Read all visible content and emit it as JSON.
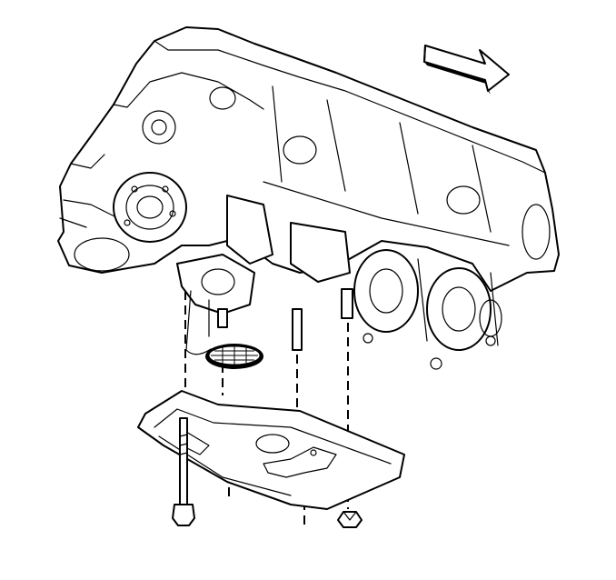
{
  "diagram": {
    "colors": {
      "ink": "#000000",
      "paper": "#ffffff"
    },
    "icons": [
      "direction-arrow-icon"
    ],
    "parts": [
      "engine-block",
      "oil-pump",
      "oil-pump-screen",
      "oil-pump-mounting-bolt",
      "oil-deflector",
      "oil-deflector-stud",
      "oil-deflector-nut"
    ]
  }
}
